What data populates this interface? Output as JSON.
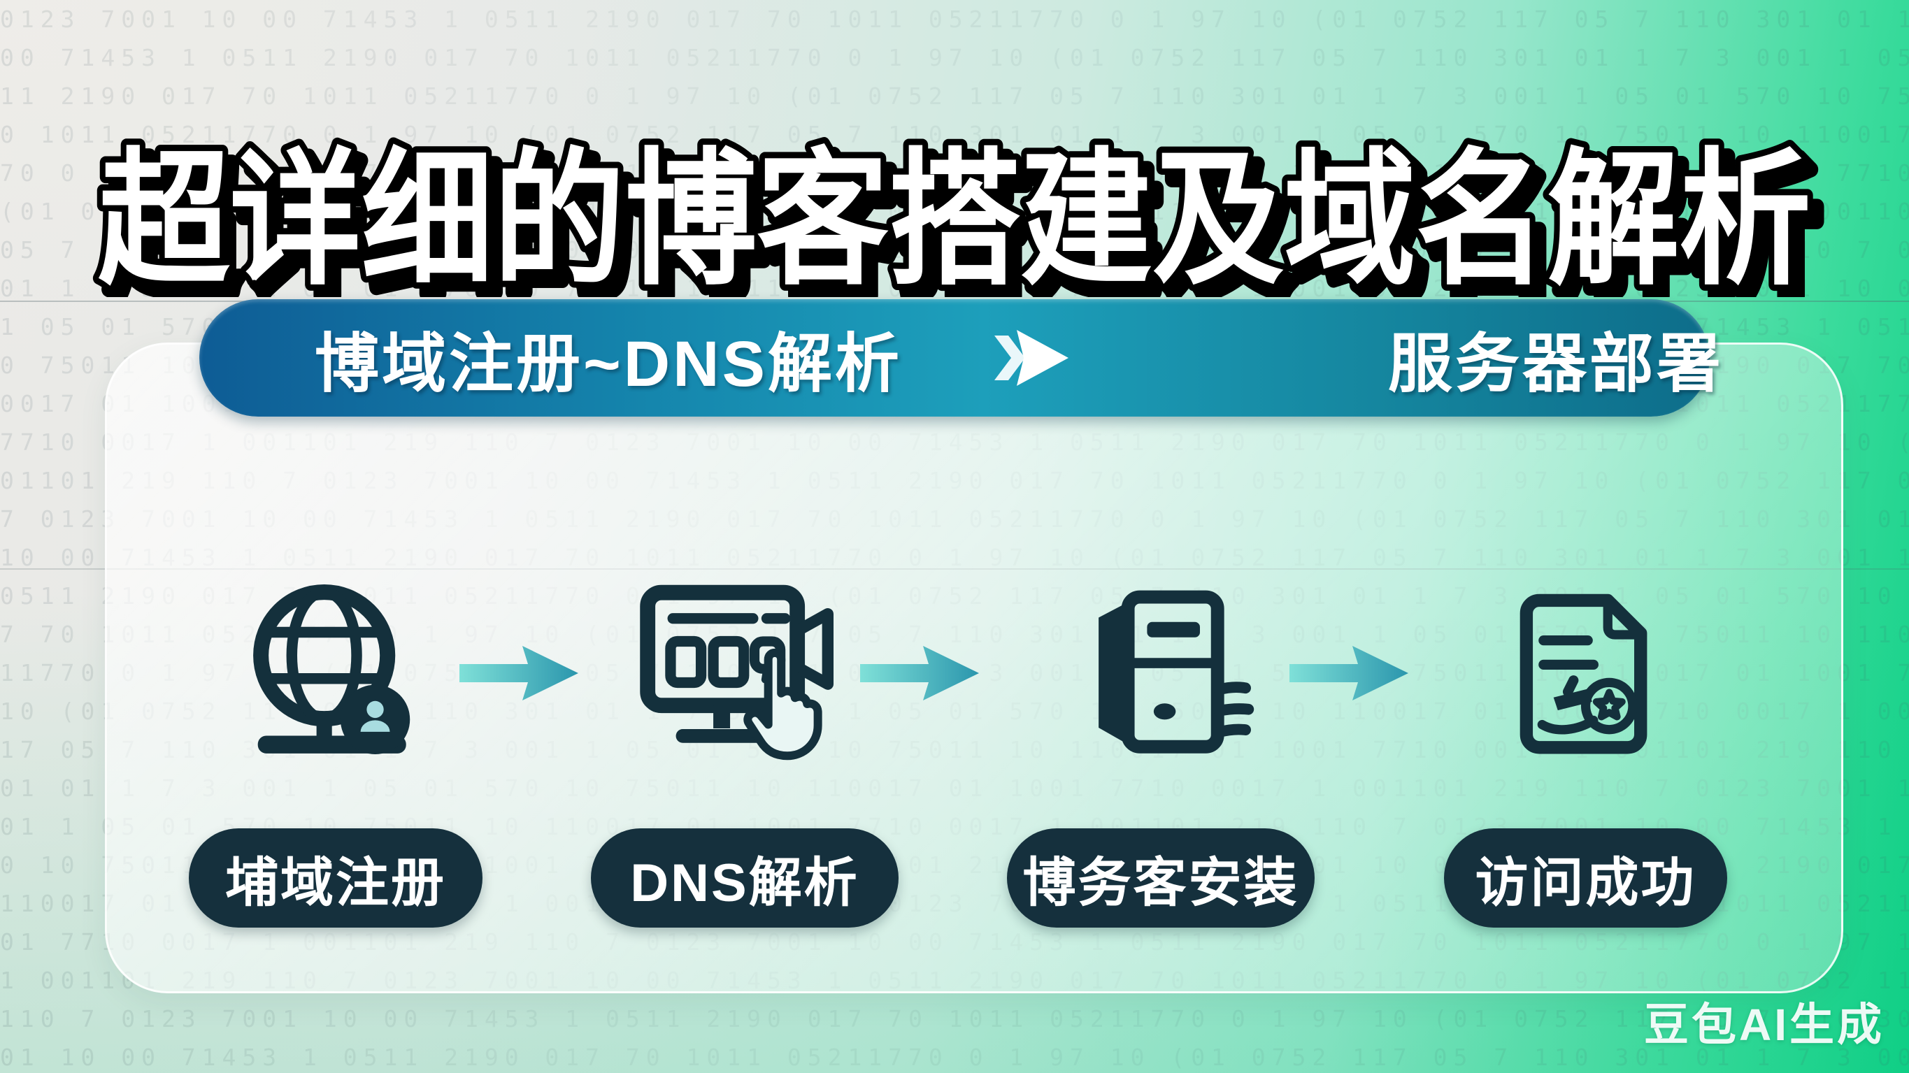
{
  "title": {
    "text": "超详细的博客搭建及域名解析"
  },
  "banner": {
    "left_text": "博域注册~DNS解析",
    "right_text": "服务器部署",
    "arrow_icon": "fast-forward-arrow-icon",
    "gradient": [
      "#0e5c95",
      "#1d9fbb",
      "#0d6d8a"
    ]
  },
  "flow": {
    "steps": [
      {
        "label": "埔域注册",
        "icon": "globe-stand-user-icon"
      },
      {
        "label": "DNS解析",
        "icon": "monitor-click-icon"
      },
      {
        "label": "博务客安装",
        "icon": "server-tower-icon"
      },
      {
        "label": "访问成功",
        "icon": "document-stamp-icon"
      }
    ],
    "connector_icon": "right-arrow-icon"
  },
  "watermark": {
    "text": "豆包AI生成"
  },
  "colors": {
    "icon_dark": "#14303c",
    "pill_bg": "#15303d",
    "arrow_gradient_start": "#7fe0d8",
    "arrow_gradient_end": "#2b96ad",
    "bg_green": "#0fd086"
  },
  "background": {
    "texture_chars": "0123 7001 10 00 71453 1 0511 2190 017 70 1011 05211770 0 1 97 10 (01 0752 117 05 7 110 301 01 1 7 3 001 1 05 01 570 10 75011 10 110017 01 1001 7710 0017 1 001101 219 110 7 "
  }
}
